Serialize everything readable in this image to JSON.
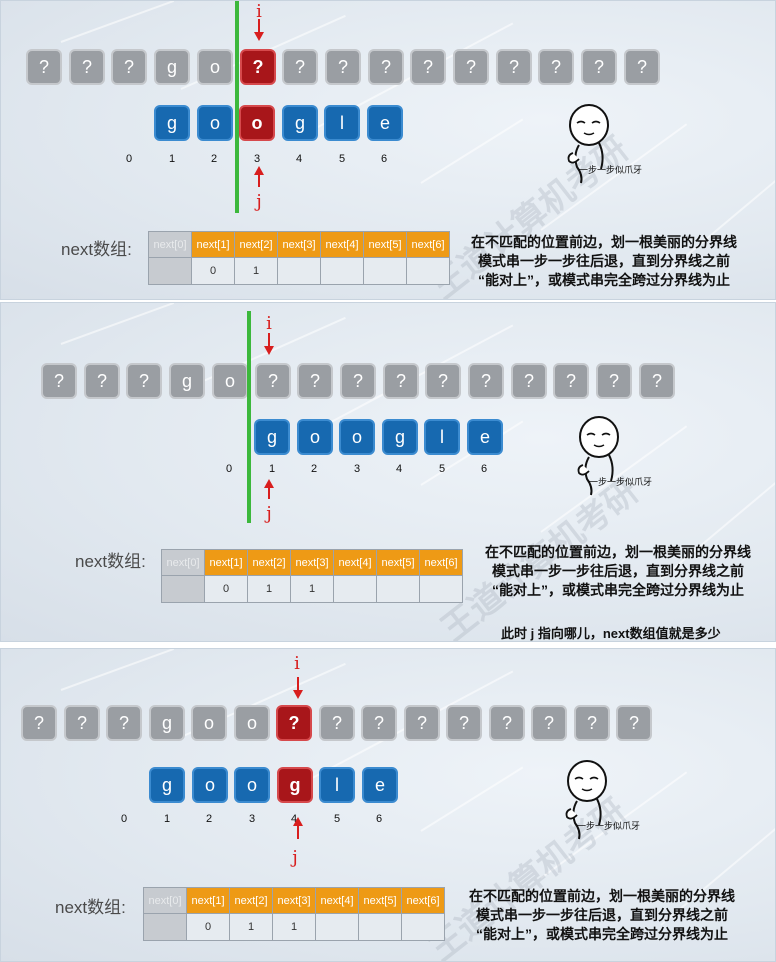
{
  "panels": [
    {
      "pattern": [
        "g",
        "o",
        "o",
        "g",
        "l",
        "e"
      ],
      "pattern_indices": [
        "0",
        "1",
        "2",
        "3",
        "4",
        "5",
        "6"
      ],
      "text_cells": [
        "?",
        "?",
        "?",
        "g",
        "o",
        "?",
        "?",
        "?",
        "?",
        "?",
        "?",
        "?",
        "?",
        "?",
        "?"
      ],
      "mismatch_text_index": 5,
      "mismatch_pattern_index": 2,
      "label_i": "i",
      "label_j": "j",
      "next_label": "next数组:",
      "next_headers": [
        "next[0]",
        "next[1]",
        "next[2]",
        "next[3]",
        "next[4]",
        "next[5]",
        "next[6]"
      ],
      "next_values": [
        "",
        "0",
        "1",
        "",
        "",
        "",
        ""
      ],
      "note_lines": [
        "在不匹配的位置前边，划一根美丽的分界线",
        "模式串一步一步往后退，直到分界线之前",
        "“能对上”，或模式串完全跨过分界线为止"
      ],
      "emoji_caption": "一步一步似爪牙"
    },
    {
      "pattern": [
        "g",
        "o",
        "o",
        "g",
        "l",
        "e"
      ],
      "pattern_indices": [
        "0",
        "1",
        "2",
        "3",
        "4",
        "5",
        "6"
      ],
      "text_cells": [
        "?",
        "?",
        "?",
        "g",
        "o",
        "?",
        "?",
        "?",
        "?",
        "?",
        "?",
        "?",
        "?",
        "?",
        "?"
      ],
      "mismatch_text_index": -1,
      "mismatch_pattern_index": -1,
      "label_i": "i",
      "label_j": "j",
      "next_label": "next数组:",
      "next_headers": [
        "next[0]",
        "next[1]",
        "next[2]",
        "next[3]",
        "next[4]",
        "next[5]",
        "next[6]"
      ],
      "next_values": [
        "",
        "0",
        "1",
        "1",
        "",
        "",
        ""
      ],
      "note_lines": [
        "在不匹配的位置前边，划一根美丽的分界线",
        "模式串一步一步往后退，直到分界线之前",
        "“能对上”，或模式串完全跨过分界线为止"
      ],
      "extra_note": "此时 j 指向哪儿，next数组值就是多少",
      "emoji_caption": "一步一步似爪牙"
    },
    {
      "pattern": [
        "g",
        "o",
        "o",
        "g",
        "l",
        "e"
      ],
      "pattern_indices": [
        "0",
        "1",
        "2",
        "3",
        "4",
        "5",
        "6"
      ],
      "text_cells": [
        "?",
        "?",
        "?",
        "g",
        "o",
        "o",
        "?",
        "?",
        "?",
        "?",
        "?",
        "?",
        "?",
        "?",
        "?"
      ],
      "mismatch_text_index": 6,
      "mismatch_pattern_index": 3,
      "label_i": "i",
      "label_j": "j",
      "next_label": "next数组:",
      "next_headers": [
        "next[0]",
        "next[1]",
        "next[2]",
        "next[3]",
        "next[4]",
        "next[5]",
        "next[6]"
      ],
      "next_values": [
        "",
        "0",
        "1",
        "1",
        "",
        "",
        ""
      ],
      "note_lines": [
        "在不匹配的位置前边，划一根美丽的分界线",
        "模式串一步一步往后退，直到分界线之前",
        "“能对上”，或模式串完全跨过分界线为止"
      ],
      "emoji_caption": "一步一步似爪牙"
    }
  ],
  "watermark": "王道计算机考研",
  "watermark_url": "www.cskaoyan.com",
  "colors": {
    "mismatch": "#a8161a",
    "pattern": "#1769b0",
    "text": "#9a9ea3",
    "divider": "#3cb83c",
    "header": "#ee9a15",
    "arrow": "#d81e1e"
  }
}
